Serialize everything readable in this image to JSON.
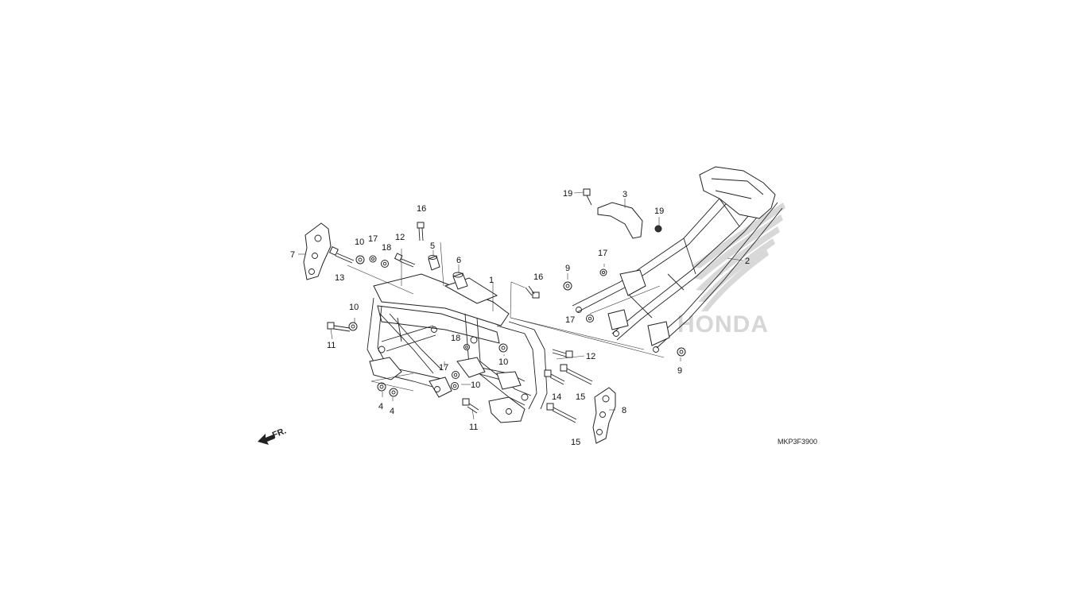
{
  "diagram": {
    "drawing_code": "MKP3F3900",
    "direction_label": "FR.",
    "brand_watermark": "HONDA",
    "colors": {
      "ink": "#222222",
      "watermark": "#d8d8d8",
      "background": "#ffffff"
    },
    "callouts": [
      {
        "id": "c1",
        "text": "1"
      },
      {
        "id": "c2",
        "text": "2"
      },
      {
        "id": "c3",
        "text": "3"
      },
      {
        "id": "c4a",
        "text": "4"
      },
      {
        "id": "c4b",
        "text": "4"
      },
      {
        "id": "c5",
        "text": "5"
      },
      {
        "id": "c6",
        "text": "6"
      },
      {
        "id": "c7",
        "text": "7"
      },
      {
        "id": "c8",
        "text": "8"
      },
      {
        "id": "c9a",
        "text": "9"
      },
      {
        "id": "c9b",
        "text": "9"
      },
      {
        "id": "c10a",
        "text": "10"
      },
      {
        "id": "c10b",
        "text": "10"
      },
      {
        "id": "c10c",
        "text": "10"
      },
      {
        "id": "c10d",
        "text": "10"
      },
      {
        "id": "c11a",
        "text": "11"
      },
      {
        "id": "c11b",
        "text": "11"
      },
      {
        "id": "c12a",
        "text": "12"
      },
      {
        "id": "c12b",
        "text": "12"
      },
      {
        "id": "c13",
        "text": "13"
      },
      {
        "id": "c14",
        "text": "14"
      },
      {
        "id": "c15a",
        "text": "15"
      },
      {
        "id": "c15b",
        "text": "15"
      },
      {
        "id": "c16a",
        "text": "16"
      },
      {
        "id": "c16b",
        "text": "16"
      },
      {
        "id": "c17a",
        "text": "17"
      },
      {
        "id": "c17b",
        "text": "17"
      },
      {
        "id": "c17c",
        "text": "17"
      },
      {
        "id": "c17d",
        "text": "17"
      },
      {
        "id": "c18a",
        "text": "18"
      },
      {
        "id": "c18b",
        "text": "18"
      },
      {
        "id": "c19a",
        "text": "19"
      },
      {
        "id": "c19b",
        "text": "19"
      }
    ]
  }
}
